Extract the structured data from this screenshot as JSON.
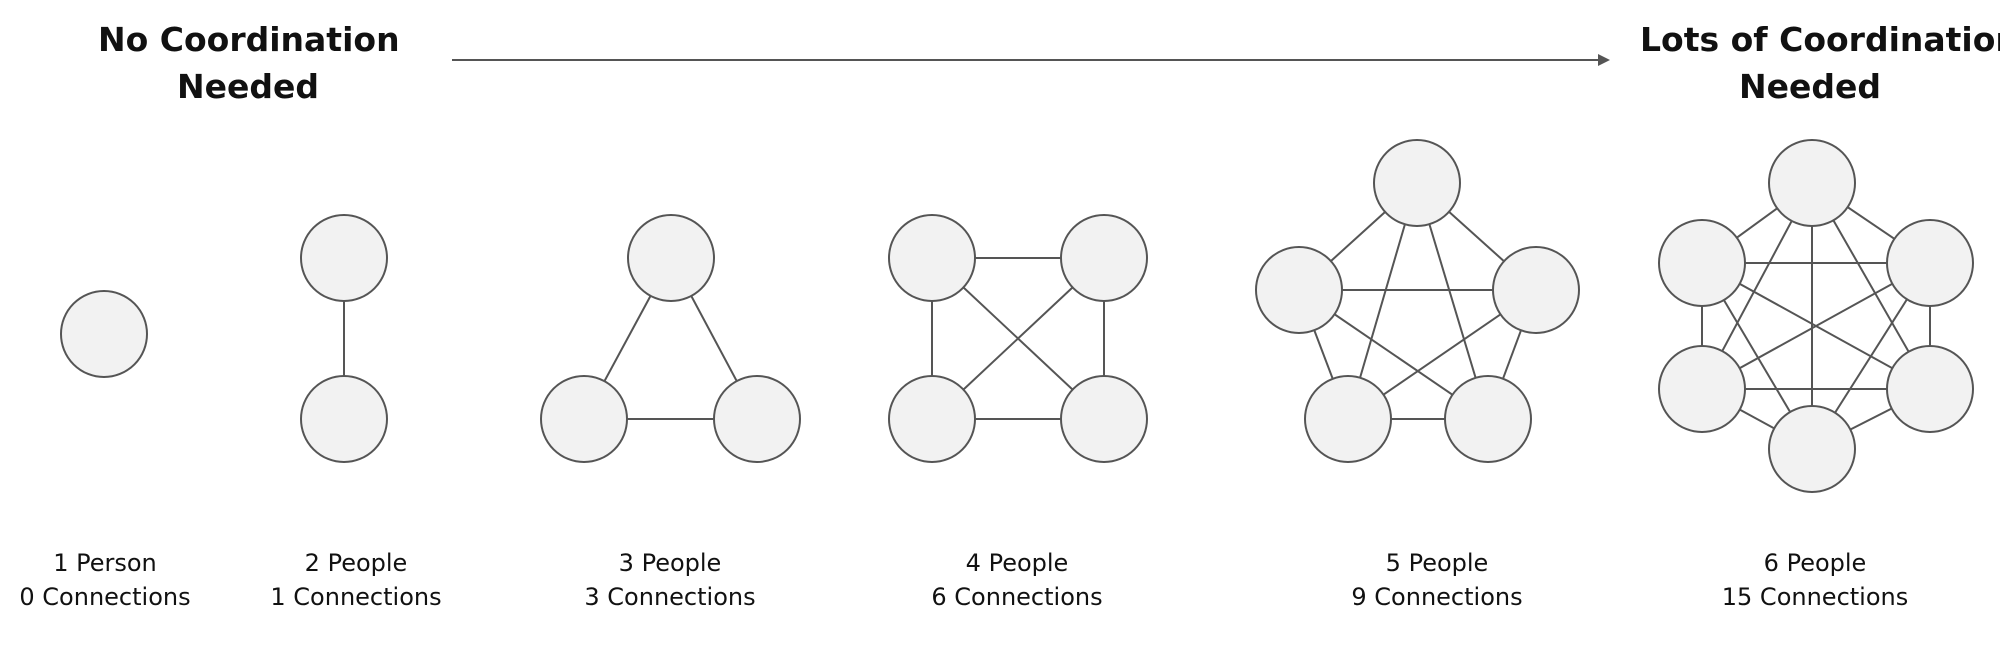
{
  "header": {
    "left_title_lines": [
      "No Coordination",
      "Needed"
    ],
    "right_title_lines": [
      "Lots of Coordination",
      "Needed"
    ]
  },
  "colors": {
    "node_fill": "#f2f2f2",
    "stroke": "#555555",
    "arrow": "#555555",
    "text": "#111111"
  },
  "groups": [
    {
      "people_label": "1 Person",
      "connections_label": "0 Connections",
      "people": 1,
      "connections": 0
    },
    {
      "people_label": "2 People",
      "connections_label": "1 Connections",
      "people": 2,
      "connections": 1
    },
    {
      "people_label": "3 People",
      "connections_label": "3 Connections",
      "people": 3,
      "connections": 3
    },
    {
      "people_label": "4 People",
      "connections_label": "6 Connections",
      "people": 4,
      "connections": 6
    },
    {
      "people_label": "5 People",
      "connections_label": "9 Connections",
      "people": 5,
      "connections": 9
    },
    {
      "people_label": "6 People",
      "connections_label": "15 Connections",
      "people": 6,
      "connections": 15
    }
  ]
}
